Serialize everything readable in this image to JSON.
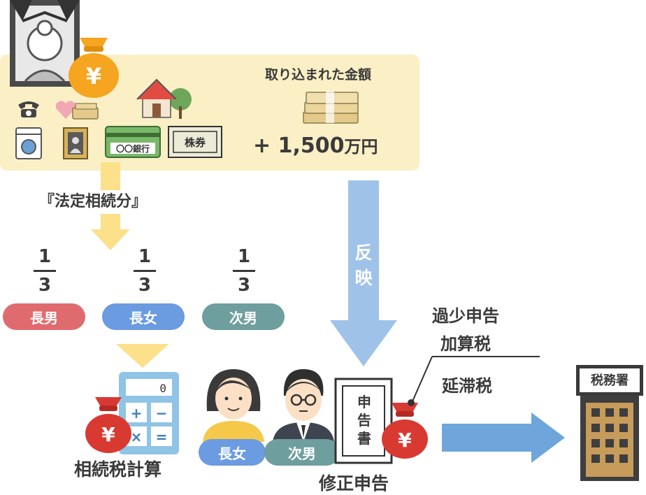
{
  "estate": {
    "captured_label": "取り込まれた金額",
    "amount": "+ 1,500",
    "amount_unit": "万円",
    "bank_label": "〇〇銀行",
    "stock_label": "株券",
    "yen_symbol": "¥"
  },
  "legal_share": {
    "label": "『法定相続分』",
    "numerator": "1",
    "denominator": "3"
  },
  "heirs": [
    {
      "label": "長男",
      "color": "#e06b6e"
    },
    {
      "label": "長女",
      "color": "#6b9be0"
    },
    {
      "label": "次男",
      "color": "#6e9e9d"
    }
  ],
  "reflect_label": "反映",
  "tax_calc_label": "相続税計算",
  "calculator_display": "0",
  "filers": {
    "daughter": "長女",
    "son": "次男"
  },
  "declaration_doc_label": "申告書",
  "amended_return_label": "修正申告",
  "penalties": {
    "under_declaration": "過少申告",
    "additional_tax": "加算税",
    "delinquency": "延滞税"
  },
  "tax_office_label": "税務署",
  "colors": {
    "box": "#fbefc6",
    "yellow_arrow": "#fce08a",
    "blue_arrow": "#9fc3e8",
    "right_arrow": "#6ea5db",
    "moneybag_orange": "#f5a51f",
    "moneybag_red": "#d83a32"
  }
}
